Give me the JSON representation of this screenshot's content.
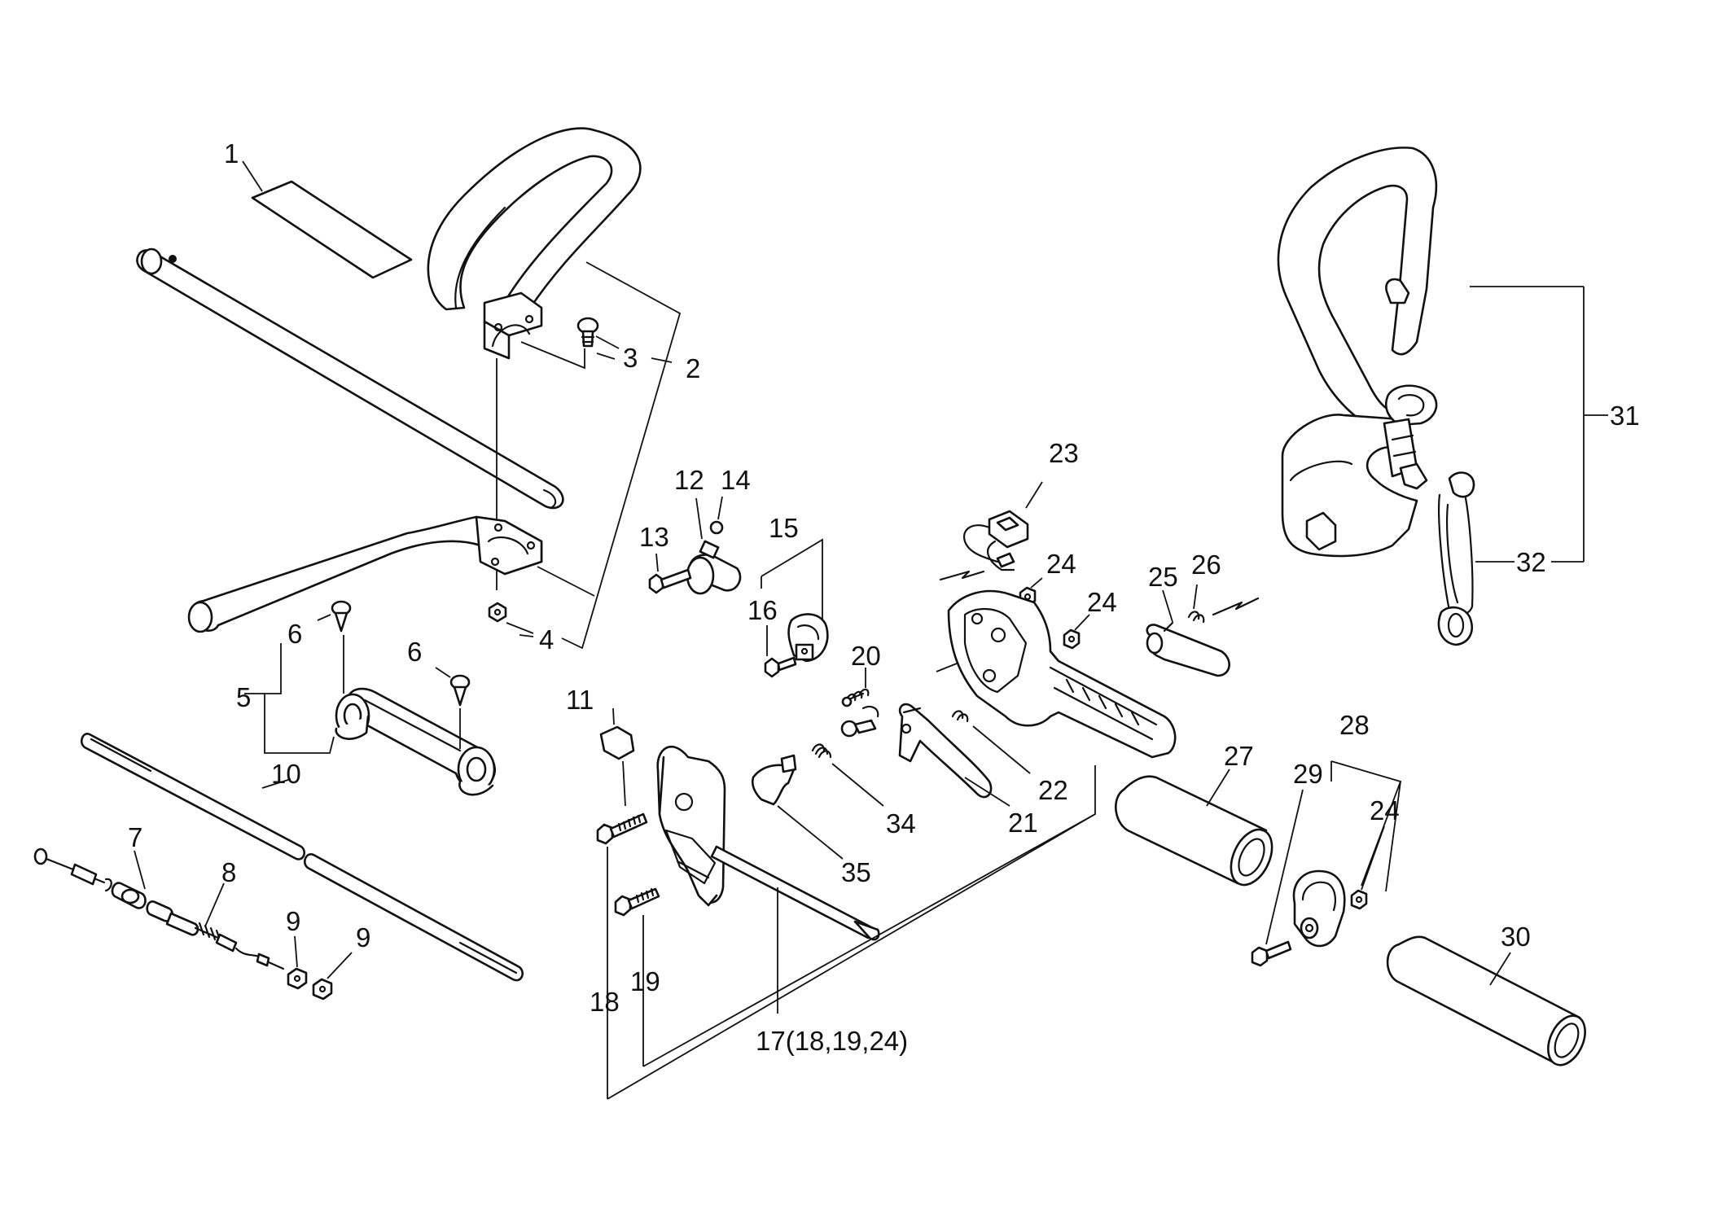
{
  "labels": {
    "l1": "1",
    "l2": "2",
    "l3": "3",
    "l4": "4",
    "l5": "5",
    "l6a": "6",
    "l6b": "6",
    "l7": "7",
    "l8": "8",
    "l9a": "9",
    "l9b": "9",
    "l10": "10",
    "l11": "11",
    "l12": "12",
    "l13": "13",
    "l14": "14",
    "l15": "15",
    "l16": "16",
    "l17": "17(18,19,24)",
    "l18": "18",
    "l19": "19",
    "l20": "20",
    "l21": "21",
    "l22": "22",
    "l23": "23",
    "l24a": "24",
    "l24b": "24",
    "l24c": "24",
    "l25": "25",
    "l26": "26",
    "l27": "27",
    "l28": "28",
    "l29": "29",
    "l30": "30",
    "l31": "31",
    "l32": "32",
    "l34": "34",
    "l35": "35"
  }
}
